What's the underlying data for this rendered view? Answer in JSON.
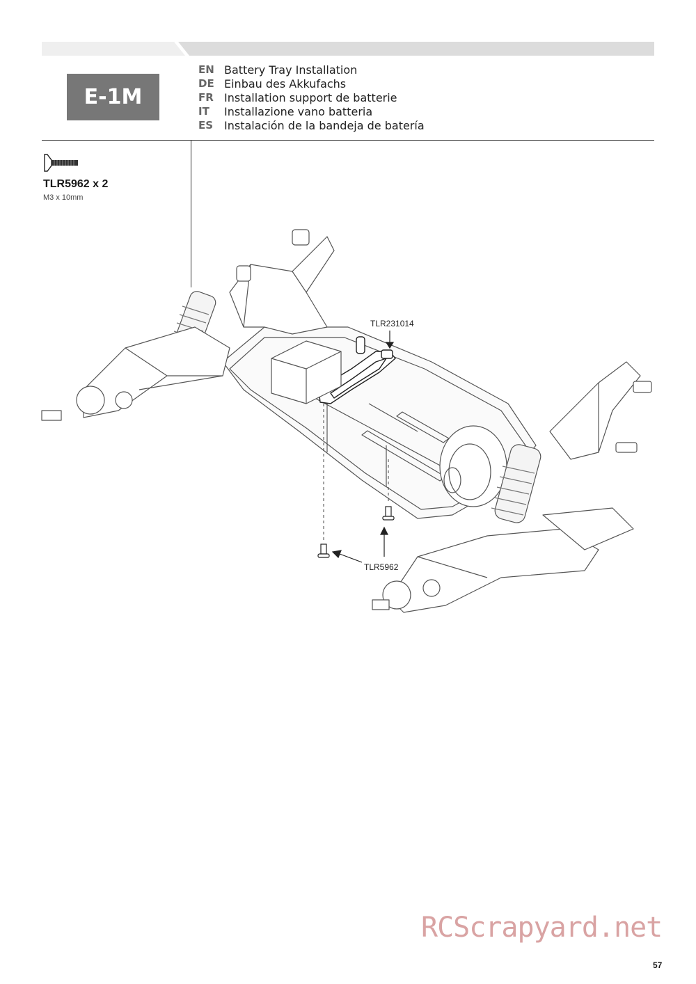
{
  "step": {
    "label": "E-1M"
  },
  "titles": [
    {
      "code": "EN",
      "text": "Battery Tray Installation"
    },
    {
      "code": "DE",
      "text": "Einbau des Akkufachs"
    },
    {
      "code": "FR",
      "text": "Installation support de batterie"
    },
    {
      "code": "IT",
      "text": "Installazione vano batteria"
    },
    {
      "code": "ES",
      "text": "Instalación de la bandeja de batería"
    }
  ],
  "parts": [
    {
      "code": "TLR5962 x 2",
      "size": "M3 x 10mm",
      "icon": "flat-head-screw-icon"
    }
  ],
  "callouts": {
    "tray": "TLR231014",
    "screw": "TLR5962"
  },
  "watermark": "RCScrapyard.net",
  "page_number": "57",
  "colors": {
    "step_box": "#777777",
    "header_band": "#e6e6e6",
    "watermark": "#d9a3a3"
  }
}
